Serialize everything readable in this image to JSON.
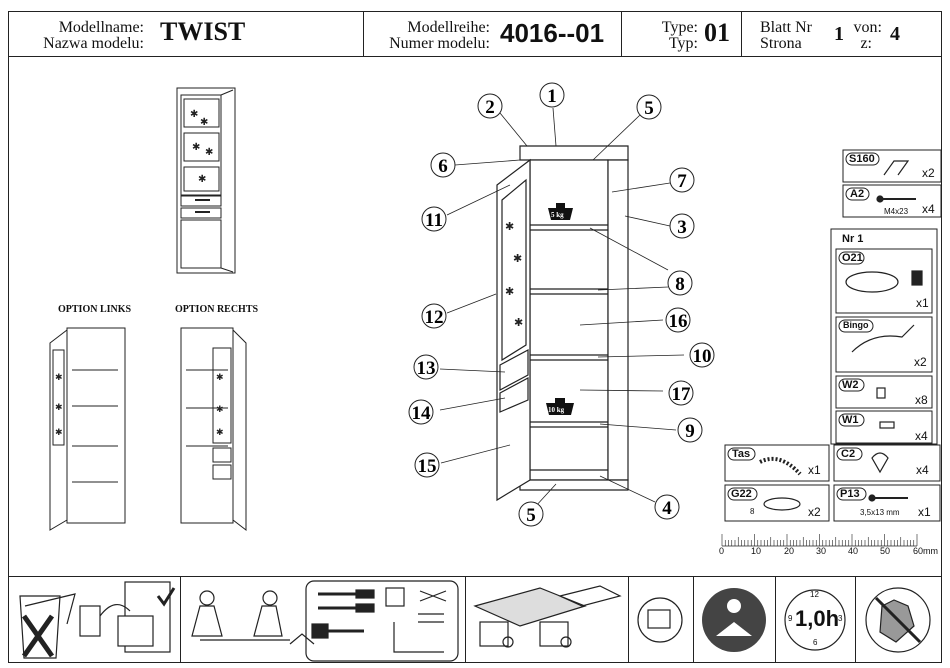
{
  "header": {
    "model_name_label_de": "Modellname:",
    "model_name_label_pl": "Nazwa modelu:",
    "model_name": "TWIST",
    "series_label_de": "Modellreihe:",
    "series_label_pl": "Numer modelu:",
    "series": "4016--01",
    "type_label_de": "Type:",
    "type_label_pl": "Typ:",
    "type": "01",
    "sheet_label_de": "Blatt Nr",
    "sheet_label_pl": "Strona",
    "sheet": "1",
    "of_label_de": "von:",
    "of_label_pl": "z:",
    "of": "4"
  },
  "options": {
    "left": "OPTION LINKS",
    "right": "OPTION RECHTS"
  },
  "callouts": [
    "1",
    "2",
    "3",
    "4",
    "5",
    "5",
    "6",
    "7",
    "8",
    "9",
    "10",
    "11",
    "12",
    "13",
    "14",
    "15",
    "16",
    "17"
  ],
  "weights": {
    "top": "5 kg",
    "bottom": "10 kg"
  },
  "hardware": {
    "s160": {
      "code": "S160",
      "qty": "x2"
    },
    "a2": {
      "code": "A2",
      "qty": "x4",
      "size": "M4x23"
    },
    "nr1_title": "Nr 1",
    "o21": {
      "code": "O21",
      "qty": "x1"
    },
    "bingo": {
      "code": "Bingo",
      "qty": "x2"
    },
    "w2": {
      "code": "W2",
      "qty": "x8"
    },
    "w1": {
      "code": "W1",
      "qty": "x4"
    },
    "tas": {
      "code": "Tas",
      "qty": "x1"
    },
    "c2": {
      "code": "C2",
      "qty": "x4"
    },
    "g22": {
      "code": "G22",
      "qty": "x2",
      "size": "8"
    },
    "p13": {
      "code": "P13",
      "qty": "x1",
      "size": "3,5x13 mm"
    }
  },
  "ruler": {
    "ticks": [
      "0",
      "10",
      "20",
      "30",
      "40",
      "50",
      "60mm"
    ]
  },
  "footer": {
    "time": "1,0h",
    "clock_12": "12",
    "clock_3": "3",
    "clock_6": "6",
    "clock_9": "9"
  }
}
